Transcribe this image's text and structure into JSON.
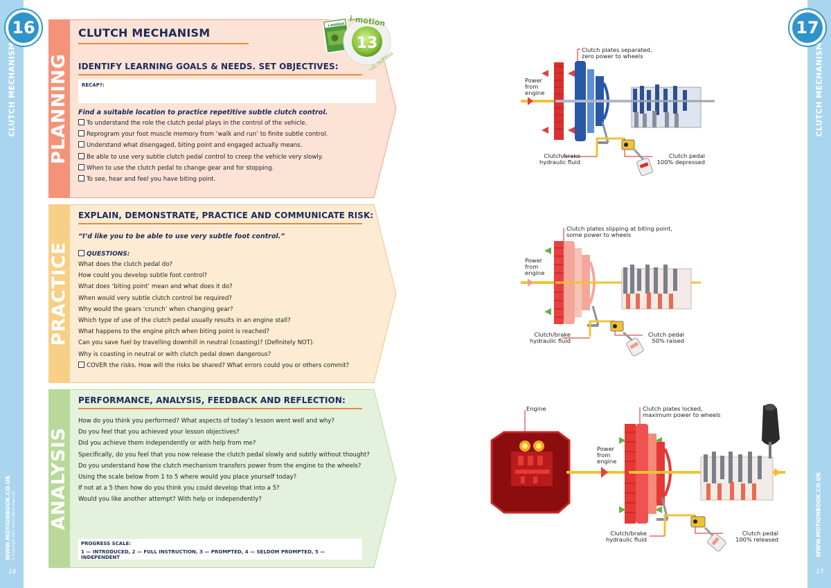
{
  "left_page": {
    "page_number": "16",
    "side_title": "CLUTCH MECHANISM",
    "site": "WWW.MOTIONBOOK.CO.UK",
    "copyright": "© Copyright 2017 Aston Workshops Ltd",
    "footer_number": "16"
  },
  "right_page": {
    "page_number": "17",
    "side_title": "CLUTCH MECHANISM",
    "site": "WWW.MOTIONBOOK.CO.UK",
    "footer_number": "17"
  },
  "badge": {
    "number": "13",
    "brand": "i-motion",
    "edition": "Pupil Edition",
    "book_label": "i-motion"
  },
  "planning": {
    "label": "PLANNING",
    "title": "CLUTCH MECHANISM",
    "heading": "IDENTIFY LEARNING GOALS & NEEDS. SET OBJECTIVES:",
    "recap_label": "RECAP?:",
    "subheading": "Find a suitable location to practice repetitive subtle clutch control.",
    "items": [
      "To understand the role the clutch pedal plays in the control of the vehicle.",
      "Reprogram your foot muscle memory from ‘walk and run’ to finite subtle control.",
      "Understand what disengaged, biting point and engaged actually means.",
      "Be able to use very subtle clutch pedal control to creep the vehicle very slowly.",
      "When to use the clutch pedal to change gear and for stopping.",
      "To see, hear and feel you have biting point."
    ],
    "colors": {
      "fill": "#fce3d6",
      "stripe": "#f4937a"
    }
  },
  "practice": {
    "label": "PRACTICE",
    "heading": "EXPLAIN, DEMONSTRATE, PRACTICE AND COMMUNICATE RISK:",
    "quote": "“I’d like you to be able to use very subtle foot control.”",
    "questions_label": "QUESTIONS:",
    "questions": [
      "What does the clutch pedal do?",
      "How could you develop subtle foot control?",
      "What does ‘biting point’ mean and what does it do?",
      "When would very subtle clutch control be required?",
      "Why would the gears ‘crunch’ when changing gear?",
      "Which type of use of the clutch pedal usually results in an engine stall?",
      "What happens to the engine pitch when biting point is reached?",
      "Can you save fuel by travelling downhill in neutral (coasting)? (Definitely NOT).",
      "Why is coasting in neutral or with clutch pedal down dangerous?"
    ],
    "cover_item": "COVER the risks. How will the risks be shared? What errors could you or others commit?",
    "colors": {
      "fill": "#fdecd3",
      "stripe": "#f8cf86"
    }
  },
  "analysis": {
    "label": "ANALYSIS",
    "heading": "PERFORMANCE, ANALYSIS, FEEDBACK AND REFLECTION:",
    "questions": [
      "How do you think you performed? What aspects of today’s lesson went well and why?",
      "Do you feel that you achieved your lesson objectives?",
      "Did you achieve them independently or with help from me?",
      "Specifically, do you feel that you now release the clutch pedal slowly and subtly without thought?",
      "Do you understand how the clutch mechanism transfers power from the engine to the wheels?",
      "Using the scale below from 1 to 5 where would you place yourself today?",
      "If not at a 5 then how do you think you could develop that into a 5?",
      "Would you like another attempt? With help or independently?"
    ],
    "progress_label": "PROGRESS SCALE:",
    "progress_scale": "1 — INTRODUCED, 2 — FULL INSTRUCTION, 3 — PROMPTED, 4 — SELDOM PROMPTED, 5 — INDEPENDENT",
    "colors": {
      "fill": "#e4f1dc",
      "stripe": "#b8d99a"
    }
  },
  "diagrams": [
    {
      "state_line1": "Clutch plates separated,",
      "state_line2": "zero power to wheels",
      "power_line1": "Power",
      "power_line2": "from",
      "power_line3": "engine",
      "fluid_line1": "Clutch/brake",
      "fluid_line2": "hydraulic fluid",
      "pedal_line1": "Clutch pedal",
      "pedal_line2": "100% depressed"
    },
    {
      "state_line1": "Clutch plates slipping at biting point,",
      "state_line2": "some power to wheels",
      "power_line1": "Power",
      "power_line2": "from",
      "power_line3": "engine",
      "fluid_line1": "Clutch/brake",
      "fluid_line2": "hydraulic fluid",
      "pedal_line1": "Clutch pedal",
      "pedal_line2": "50% raised"
    },
    {
      "engine_label": "Engine",
      "state_line1": "Clutch plates locked,",
      "state_line2": "maximum power to wheels",
      "power_line1": "Power",
      "power_line2": "from",
      "power_line3": "engine",
      "fluid_line1": "Clutch/brake",
      "fluid_line2": "hydraulic fluid",
      "pedal_line1": "Clutch pedal",
      "pedal_line2": "100% released"
    }
  ]
}
